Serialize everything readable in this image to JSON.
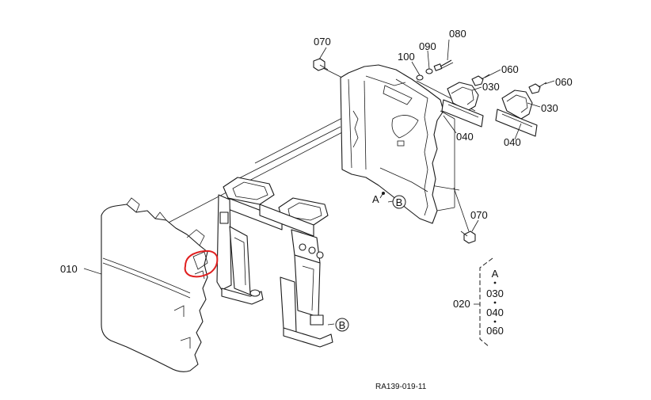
{
  "callouts": {
    "p010": "010",
    "p020": "020",
    "p030_a": "030",
    "p030_b": "030",
    "p040_a": "040",
    "p040_b": "040",
    "p060_a": "060",
    "p060_b": "060",
    "p070_top": "070",
    "p070_bottom": "070",
    "p080": "080",
    "p090": "090",
    "p100": "100"
  },
  "refs": {
    "a_point": "A",
    "b_upper": "B",
    "b_lower": "B"
  },
  "group_020": {
    "items": [
      "A",
      "030",
      "040",
      "060"
    ]
  },
  "drawing_code": "RA139-019-11",
  "colors": {
    "ink": "#1a1a1a",
    "highlight": "#e02020"
  }
}
